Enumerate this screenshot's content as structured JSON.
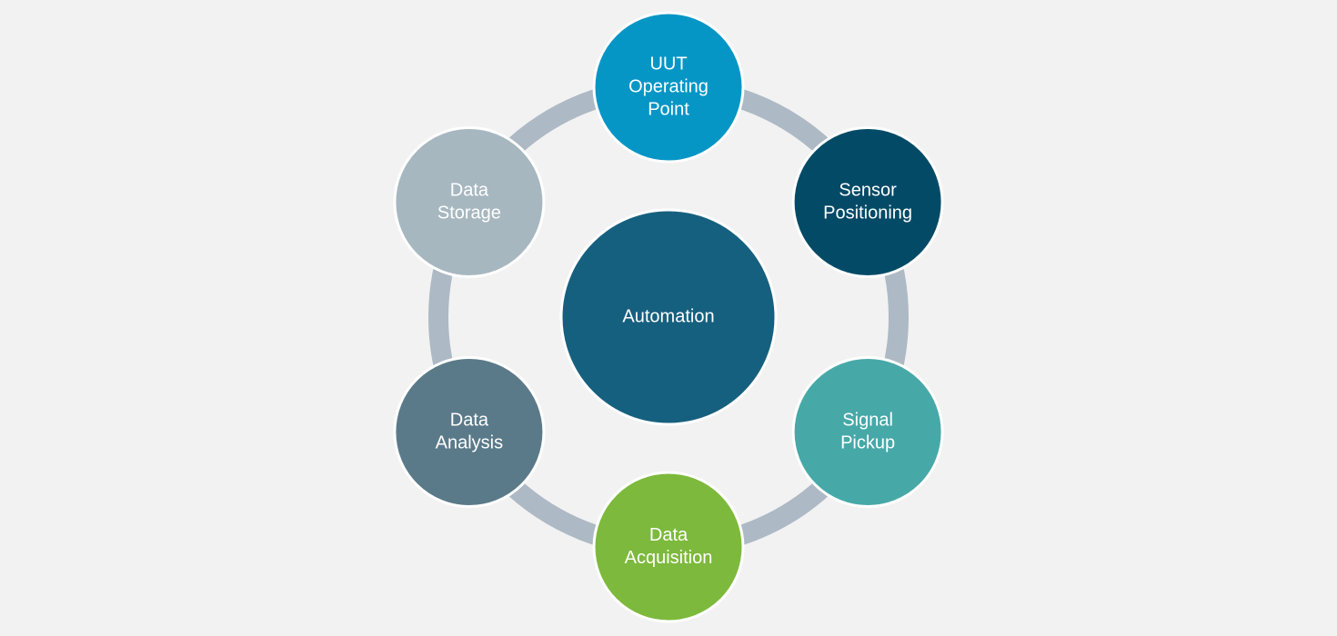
{
  "diagram": {
    "ring_color": "#adb9c4",
    "background": "#f2f2f2",
    "center": {
      "name": "center-node-automation",
      "lines": [
        "Automation"
      ],
      "color": "#16607f"
    },
    "nodes": [
      {
        "name": "node-uut-operating-point",
        "lines": [
          "UUT",
          "Operating",
          "Point"
        ],
        "color": "#0696c6"
      },
      {
        "name": "node-sensor-positioning",
        "lines": [
          "Sensor",
          "Positioning"
        ],
        "color": "#034a67"
      },
      {
        "name": "node-signal-pickup",
        "lines": [
          "Signal",
          "Pickup"
        ],
        "color": "#47a8a8"
      },
      {
        "name": "node-data-acquisition",
        "lines": [
          "Data",
          "Acquisition"
        ],
        "color": "#7db93c"
      },
      {
        "name": "node-data-analysis",
        "lines": [
          "Data",
          "Analysis"
        ],
        "color": "#5a7a89"
      },
      {
        "name": "node-data-storage",
        "lines": [
          "Data",
          "Storage"
        ],
        "color": "#a7b7c0"
      }
    ]
  }
}
